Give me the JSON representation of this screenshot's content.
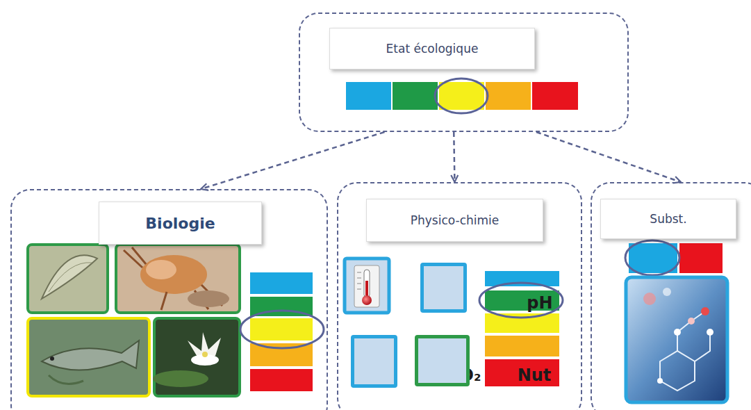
{
  "diagram": {
    "nodes": [
      {
        "text": [
          "Etat écologique"
        ]
      },
      {
        "text": [
          "Biologie"
        ]
      },
      {
        "text": [
          "Physico-chimie"
        ]
      },
      {
        "text": [
          "Subst."
        ]
      },
      {
        "text": [
          "pH"
        ],
        "in": 2
      },
      {
        "text": [
          "O₂"
        ],
        "in": 2
      },
      {
        "text": [
          "Nut"
        ],
        "in": 2
      }
    ],
    "edges": [
      {
        "from": 0,
        "to": 1,
        "arrow": "to"
      },
      {
        "from": 0,
        "to": 2,
        "arrow": "to"
      },
      {
        "from": 0,
        "to": 3,
        "arrow": "to"
      }
    ]
  }
}
